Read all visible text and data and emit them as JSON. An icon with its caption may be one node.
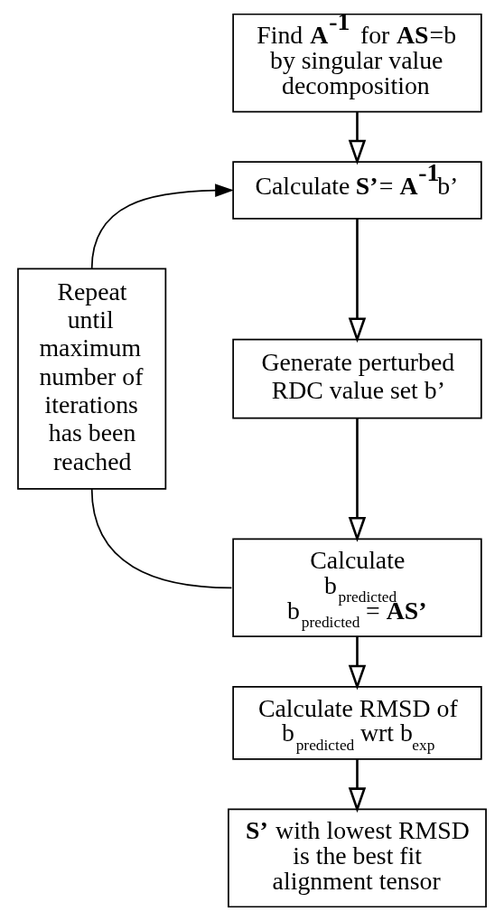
{
  "diagram": {
    "nodes": [
      {
        "text": [
          "Find **A$^{-1}$** for **AS**=b by singular value decomposition"
        ]
      },
      {
        "text": [
          "Calculate **S’**= **A$^{-1}$**b’"
        ]
      },
      {
        "text": [
          "Generate perturbed RDC value set b’"
        ]
      },
      {
        "text": [
          "Calculate b$_{predicted}$ b$_{predicted}$ = **AS’**"
        ]
      },
      {
        "text": [
          "Calculate RMSD of b$_{predicted}$ wrt b$_{exp}$"
        ]
      },
      {
        "text": [
          "**S’** with lowest RMSD is the best fit alignment tensor"
        ]
      },
      {
        "text": [
          "Repeat until maximum number of iterations has been reached"
        ]
      }
    ],
    "edges": [
      {
        "from": 0,
        "to": 1,
        "arrow": "to"
      },
      {
        "from": 1,
        "to": 2,
        "arrow": "to"
      },
      {
        "from": 2,
        "to": 3,
        "arrow": "to"
      },
      {
        "from": 3,
        "to": 4,
        "arrow": "to"
      },
      {
        "from": 4,
        "to": 5,
        "arrow": "to"
      },
      {
        "from": 3,
        "to": 6,
        "arrow": "none"
      },
      {
        "from": 6,
        "to": 1,
        "arrow": "to"
      }
    ]
  }
}
